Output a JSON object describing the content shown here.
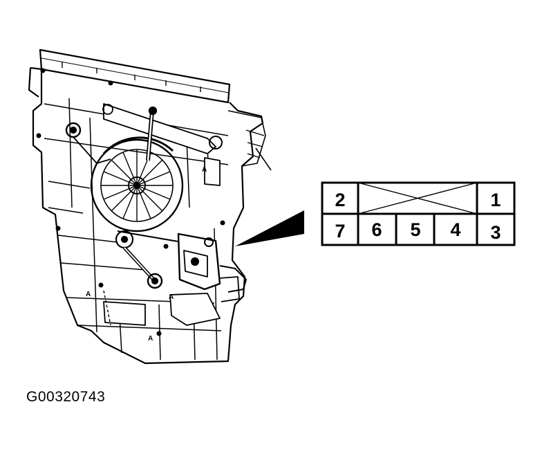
{
  "figure_id": "G00320743",
  "connector": {
    "top_row": [
      "2",
      "1"
    ],
    "bottom_row": [
      "7",
      "6",
      "5",
      "4",
      "3"
    ]
  },
  "part_markers": [
    "A",
    "A",
    "A",
    "A"
  ]
}
